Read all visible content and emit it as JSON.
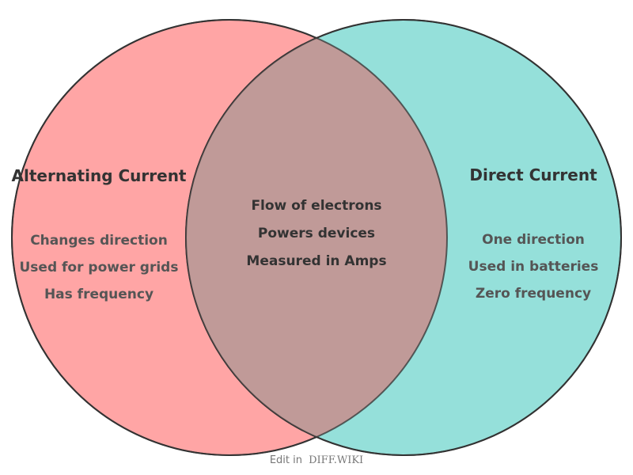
{
  "diagram": {
    "left_set": {
      "title": "Alternating Current",
      "color": "#ffa5a5",
      "items": [
        "Changes direction",
        "Used for power grids",
        "Has frequency"
      ]
    },
    "right_set": {
      "title": "Direct Current",
      "color": "#95e0da",
      "items": [
        "One direction",
        "Used in batteries",
        "Zero frequency"
      ]
    },
    "overlap": {
      "color": "#c09a98",
      "items": [
        "Flow of electrons",
        "Powers devices",
        "Measured in Amps"
      ]
    },
    "outline_color": "#333333"
  },
  "footer": {
    "edit_prefix": "Edit in",
    "brand": "DIFF.WIKI"
  }
}
